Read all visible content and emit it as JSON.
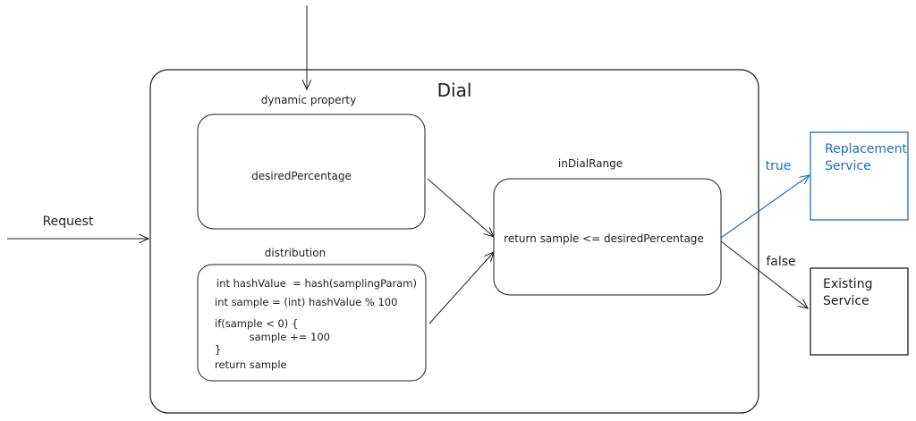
{
  "colors": {
    "stroke": "#1e1e1e",
    "accent": "#1971c2"
  },
  "dial": {
    "title": "Dial"
  },
  "input": {
    "label": "dynamic property"
  },
  "desired_box": {
    "text": "desiredPercentage"
  },
  "distribution": {
    "label": "distribution",
    "code": [
      "int hashValue  = hash(samplingParam)",
      "int sample = (int) hashValue % 100",
      "if(sample < 0) {",
      "    sample += 100",
      "}",
      "return sample"
    ]
  },
  "range": {
    "label": "inDialRange",
    "text": "return sample <= desiredPercentage"
  },
  "request": {
    "label": "Request"
  },
  "true_edge": {
    "label": "true"
  },
  "false_edge": {
    "label": "false"
  },
  "replacement": {
    "line1": "Replacement",
    "line2": "Service"
  },
  "existing": {
    "line1": "Existing",
    "line2": "Service"
  }
}
